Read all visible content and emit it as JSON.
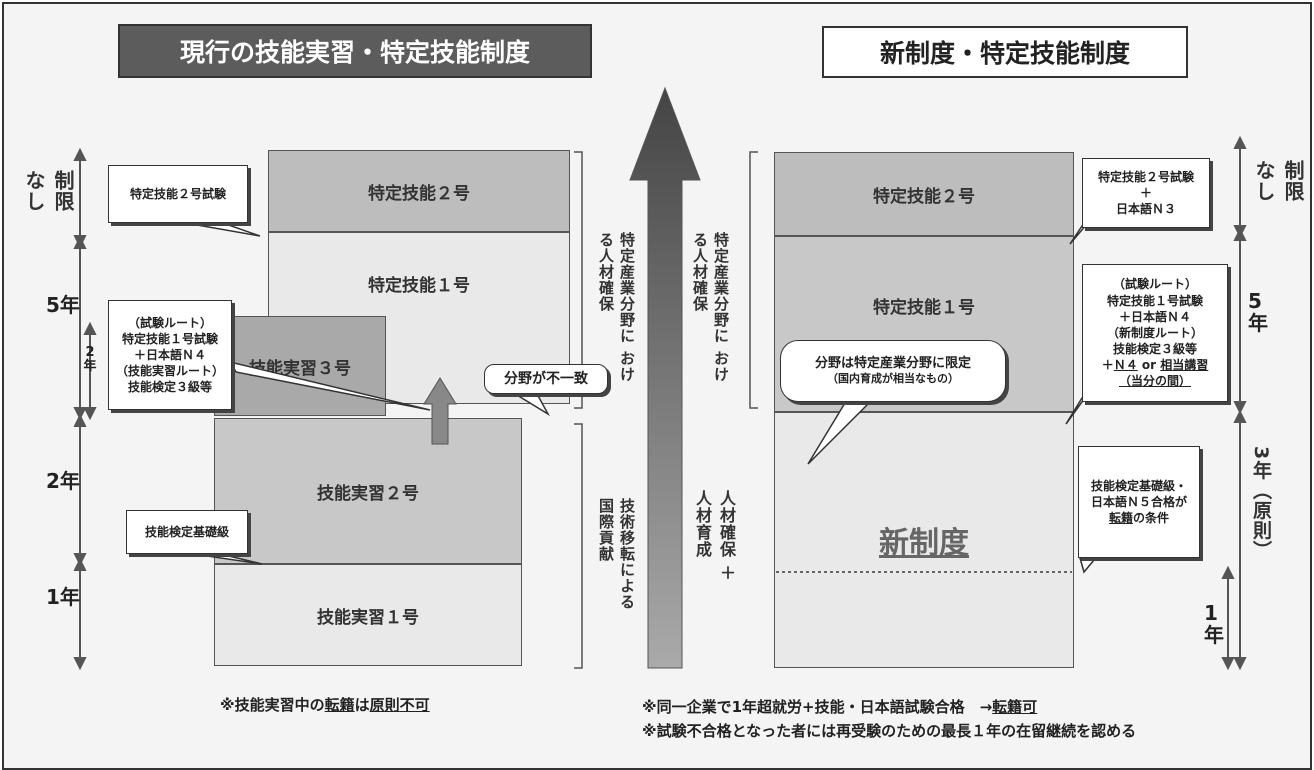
{
  "titles": {
    "left": "現行の技能実習・特定技能制度",
    "right": "新制度・特定技能制度"
  },
  "left": {
    "tokutei2": "特定技能２号",
    "tokutei1": "特定技能１号",
    "jisshu3": "技能実習３号",
    "jisshu2": "技能実習２号",
    "jisshu1": "技能実習１号",
    "callout_t2": "特定技能２号試験",
    "callout_t1_l1": "（試験ルート）",
    "callout_t1_l2": "特定技能１号試験",
    "callout_t1_l3": "＋日本語Ｎ４",
    "callout_t1_l4": "（技能実習ルート）",
    "callout_t1_l5": "技能検定３級等",
    "callout_basic": "技能検定基礎級",
    "mismatch": "分野が不一致",
    "vt_jinzai": "特定産業分野に おける人材確保",
    "vt_kokusai": "技術移転による 国際貢献",
    "y_nashi": "制限 なし",
    "y_5": "5年",
    "y_2a": "2年",
    "y_2": "2年",
    "y_1": "1年",
    "note": "※技能実習中の",
    "note_u1": "転籍",
    "note_m": "は",
    "note_u2": "原則",
    "note_e": "不可"
  },
  "center": {
    "vt_right": "特定産業分野に おける人材確保",
    "vt_bottom": "人材確保 ＋ 人材育成"
  },
  "right": {
    "tokutei2": "特定技能２号",
    "tokutei1": "特定技能１号",
    "shinseido": "新制度",
    "bubble_l1": "分野は特定産業分野に限定",
    "bubble_l2": "（国内育成が相当なもの）",
    "c_t2_l1": "特定技能２号試験",
    "c_t2_l2": "＋",
    "c_t2_l3": "日本語Ｎ３",
    "c_t1_l1": "（試験ルート）",
    "c_t1_l2": "特定技能１号試験",
    "c_t1_l3": "＋日本語Ｎ４",
    "c_t1_l4": "（新制度ルート）",
    "c_t1_l5": "技能検定３級等",
    "c_t1_l6a": "＋",
    "c_t1_l6b": "Ｎ４",
    "c_t1_l6c": " or ",
    "c_t1_l6d": "相当講習",
    "c_t1_l7": "（当分の間）",
    "c_new_l1": "技能検定基礎級・",
    "c_new_l2": "日本語Ｎ５合格が",
    "c_new_l3a": "転籍",
    "c_new_l3b": "の条件",
    "y_nashi": "制限 なし",
    "y_5": "5年",
    "y_3": "3年（原則）",
    "y_1": "1年"
  },
  "notes": {
    "n1_a": "※同一企業で1年超就労+技能・日本語試験合格　→",
    "n1_u": "転籍可",
    "n2": "※試験不合格となった者には再受験のための最長１年の在留継続を認める"
  }
}
